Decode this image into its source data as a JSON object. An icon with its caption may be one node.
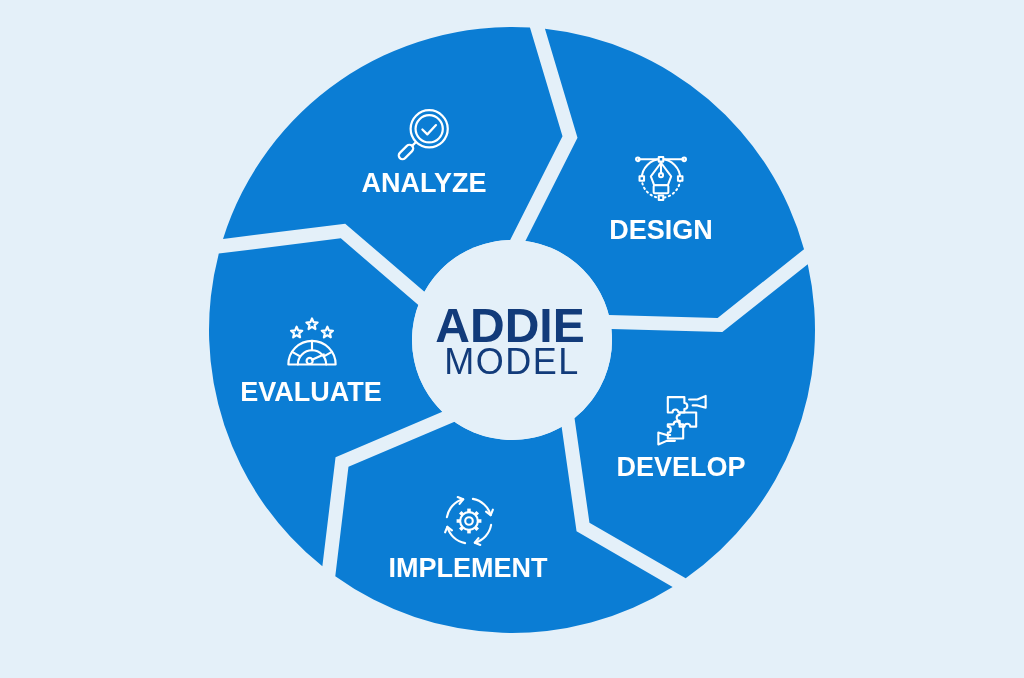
{
  "diagram": {
    "nodes": [
      {
        "text": [
          "ADDIE",
          "MODEL"
        ]
      },
      {
        "text": [
          "ANALYZE"
        ]
      },
      {
        "text": [
          "DESIGN"
        ]
      },
      {
        "text": [
          "DEVELOP"
        ]
      },
      {
        "text": [
          "IMPLEMENT"
        ]
      },
      {
        "text": [
          "EVALUATE"
        ]
      }
    ]
  }
}
